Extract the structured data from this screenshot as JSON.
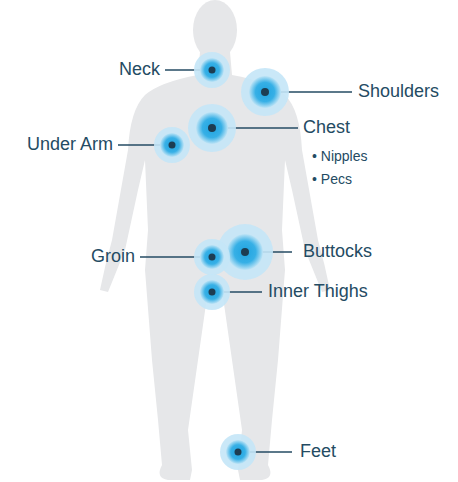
{
  "diagram": {
    "labels": [
      "Neck",
      "Shoulders",
      "Chest",
      "• Nipples",
      "• Pecs",
      "Under Arm",
      "Groin",
      "Buttocks",
      "Inner Thighs",
      "Feet"
    ]
  }
}
